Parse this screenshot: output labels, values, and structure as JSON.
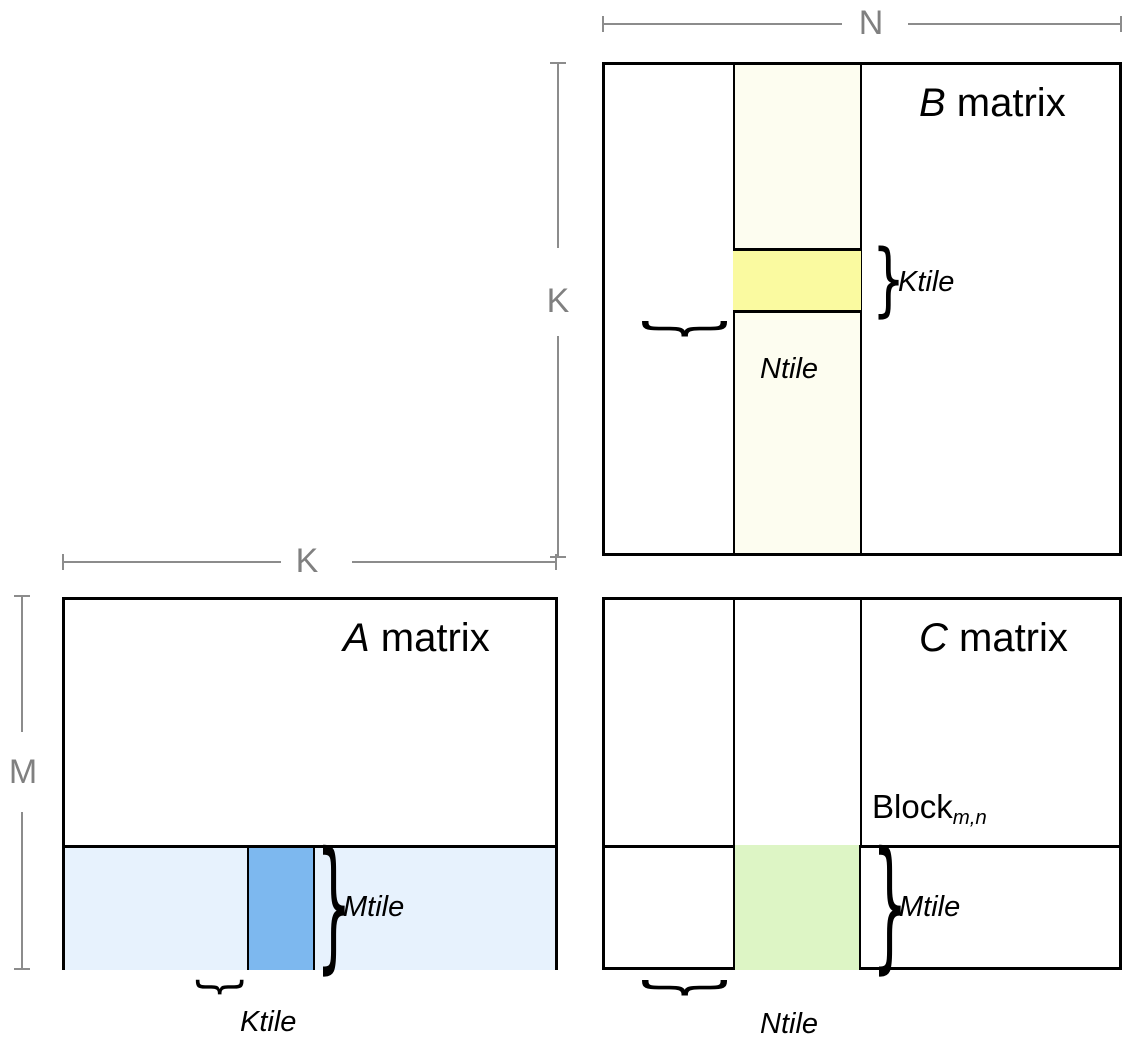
{
  "diagram": {
    "title": "GEMM matrix tiling diagram",
    "colors": {
      "outline": "#000000",
      "dimension_rule": "#8c8c8c",
      "dimension_text": "#808080",
      "b_column_fill": "#fdfdf0",
      "b_tile_fill": "#fafaa0",
      "a_row_fill": "#e7f2fd",
      "a_tile_fill": "#7db8ef",
      "c_tile_fill": "#ddf5c5",
      "background": "#ffffff"
    }
  },
  "dimensions": {
    "n_label": "N",
    "k_label_vertical": "K",
    "k_label_horizontal": "K",
    "m_label": "M"
  },
  "matrices": {
    "a": {
      "name_italic": "A",
      "name_rest": " matrix",
      "tiles": {
        "mtile_label": "Mtile",
        "ktile_label": "Ktile"
      }
    },
    "b": {
      "name_italic": "B",
      "name_rest": " matrix",
      "tiles": {
        "ktile_label": "Ktile",
        "ntile_label": "Ntile"
      }
    },
    "c": {
      "name_italic": "C",
      "name_rest": " matrix",
      "block_label_main": "Block",
      "block_label_sub": "m,n",
      "tiles": {
        "mtile_label": "Mtile",
        "ntile_label": "Ntile"
      }
    }
  }
}
